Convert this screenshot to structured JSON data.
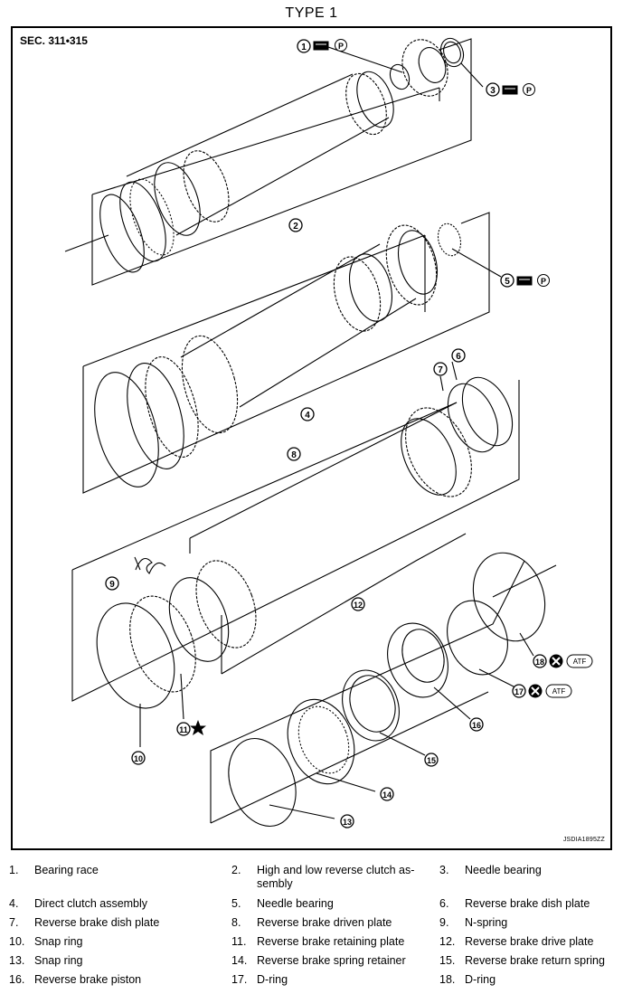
{
  "header": {
    "title": "TYPE 1"
  },
  "diagram": {
    "section": "SEC. 311•315",
    "code": "JSDIA1895ZZ",
    "callouts": [
      "1",
      "2",
      "3",
      "4",
      "5",
      "6",
      "7",
      "8",
      "9",
      "10",
      "11",
      "12",
      "13",
      "14",
      "15",
      "16",
      "17",
      "18"
    ],
    "badges": {
      "p": "P",
      "atf": "ATF"
    },
    "colors": {
      "line": "#000000",
      "background": "#ffffff"
    }
  },
  "legend": {
    "items": [
      {
        "num": "1.",
        "label": "Bearing race"
      },
      {
        "num": "2.",
        "label": "High and low reverse clutch as-sembly"
      },
      {
        "num": "3.",
        "label": "Needle bearing"
      },
      {
        "num": "4.",
        "label": "Direct clutch assembly"
      },
      {
        "num": "5.",
        "label": "Needle bearing"
      },
      {
        "num": "6.",
        "label": "Reverse brake dish plate"
      },
      {
        "num": "7.",
        "label": "Reverse brake dish plate"
      },
      {
        "num": "8.",
        "label": "Reverse brake driven plate"
      },
      {
        "num": "9.",
        "label": "N-spring"
      },
      {
        "num": "10.",
        "label": "Snap ring"
      },
      {
        "num": "11.",
        "label": "Reverse brake retaining plate"
      },
      {
        "num": "12.",
        "label": "Reverse brake drive plate"
      },
      {
        "num": "13.",
        "label": "Snap ring"
      },
      {
        "num": "14.",
        "label": "Reverse brake spring retainer"
      },
      {
        "num": "15.",
        "label": "Reverse brake return spring"
      },
      {
        "num": "16.",
        "label": "Reverse brake piston"
      },
      {
        "num": "17.",
        "label": "D-ring"
      },
      {
        "num": "18.",
        "label": "D-ring"
      }
    ]
  }
}
